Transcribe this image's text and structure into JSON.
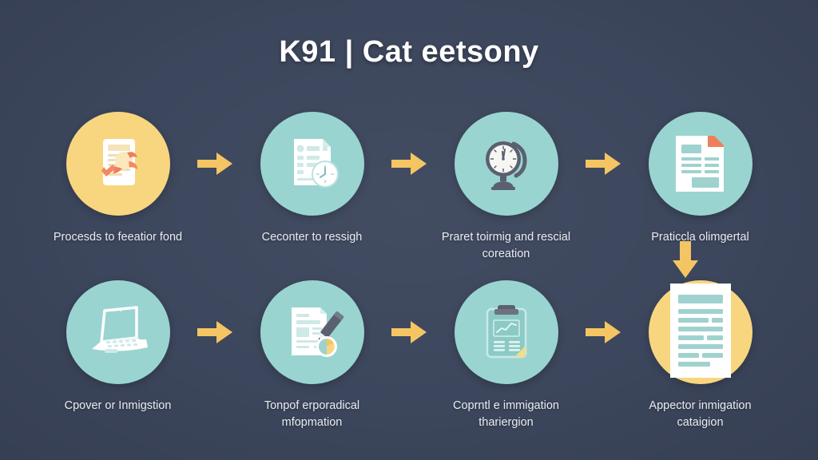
{
  "title": "K91 | Cat eetsony",
  "colors": {
    "background": "#3c465c",
    "arrow": "#f5c563",
    "circle_teal": "#9ad4d0",
    "circle_yellow": "#f8d680",
    "accent_orange": "#ef7f5c",
    "document_white": "#ffffff",
    "line_teal": "#9fd2cf",
    "gray_dark": "#5a6070",
    "caption_text": "#e9ecf2"
  },
  "rows": [
    {
      "id": "row-1",
      "steps": [
        {
          "icon": "document-with-hands-icon",
          "circle_color": "#f8d680",
          "caption": "Procesds to feeatior fond"
        },
        {
          "icon": "document-with-clock-icon",
          "circle_color": "#9ad4d0",
          "caption": "Ceconter to ressigh"
        },
        {
          "icon": "desk-clock-icon",
          "circle_color": "#9ad4d0",
          "caption": "Praret toirmig and rescial coreation"
        },
        {
          "icon": "document-folded-corner-icon",
          "circle_color": "#9ad4d0",
          "caption": "Praticcla olimgertal"
        }
      ]
    },
    {
      "id": "row-2",
      "steps": [
        {
          "icon": "laptop-icon",
          "circle_color": "#9ad4d0",
          "caption": "Cpover or Inmigstion"
        },
        {
          "icon": "document-pen-chart-icon",
          "circle_color": "#9ad4d0",
          "caption": "Tonpof erporadical mfopmation"
        },
        {
          "icon": "clipboard-chart-icon",
          "circle_color": "#9ad4d0",
          "caption": "Coprntl e immigation thariergion"
        },
        {
          "icon": "document-lines-icon",
          "circle_color": "#f8d680",
          "caption": "Appector inmigation cataigion"
        }
      ]
    }
  ],
  "connectors": {
    "horizontal": [
      "arrow-right-icon",
      "arrow-right-icon",
      "arrow-right-icon"
    ],
    "vertical": "arrow-down-icon"
  }
}
